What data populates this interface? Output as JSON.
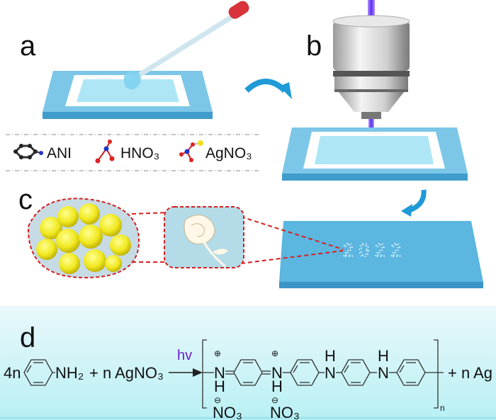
{
  "panels": {
    "a": "a",
    "b": "b",
    "c": "c",
    "d": "d"
  },
  "legend": [
    {
      "name": "ANI",
      "icon": "aniline-molecule-icon"
    },
    {
      "name": "HNO₃",
      "icon": "nitric-acid-molecule-icon"
    },
    {
      "name": "AgNO₃",
      "icon": "silver-nitrate-molecule-icon"
    }
  ],
  "pattern_text": "2022",
  "equation": {
    "coef": "4n",
    "amine": "NH₂",
    "plus_reagent": "+ n AgNO₃",
    "condition": "hv",
    "n1": "N",
    "h1": "H",
    "counter1": "NO₃",
    "n2": "N",
    "h2": "H",
    "counter2": "NO₃",
    "nh3_h": "H",
    "nh3_n": "N",
    "nh4_h": "H",
    "nh4_n": "N",
    "plus_charge": "⊕",
    "minus_charge": "⊖",
    "repeat": "n",
    "product": "+ n Ag"
  },
  "colors": {
    "substrate": "#5bb6e0",
    "arrow": "#1f9ad6",
    "beam": "#6a3cf0",
    "silver": "#f2ea2a",
    "zoom_line": "#d62020",
    "hv": "#6a1fc8"
  }
}
